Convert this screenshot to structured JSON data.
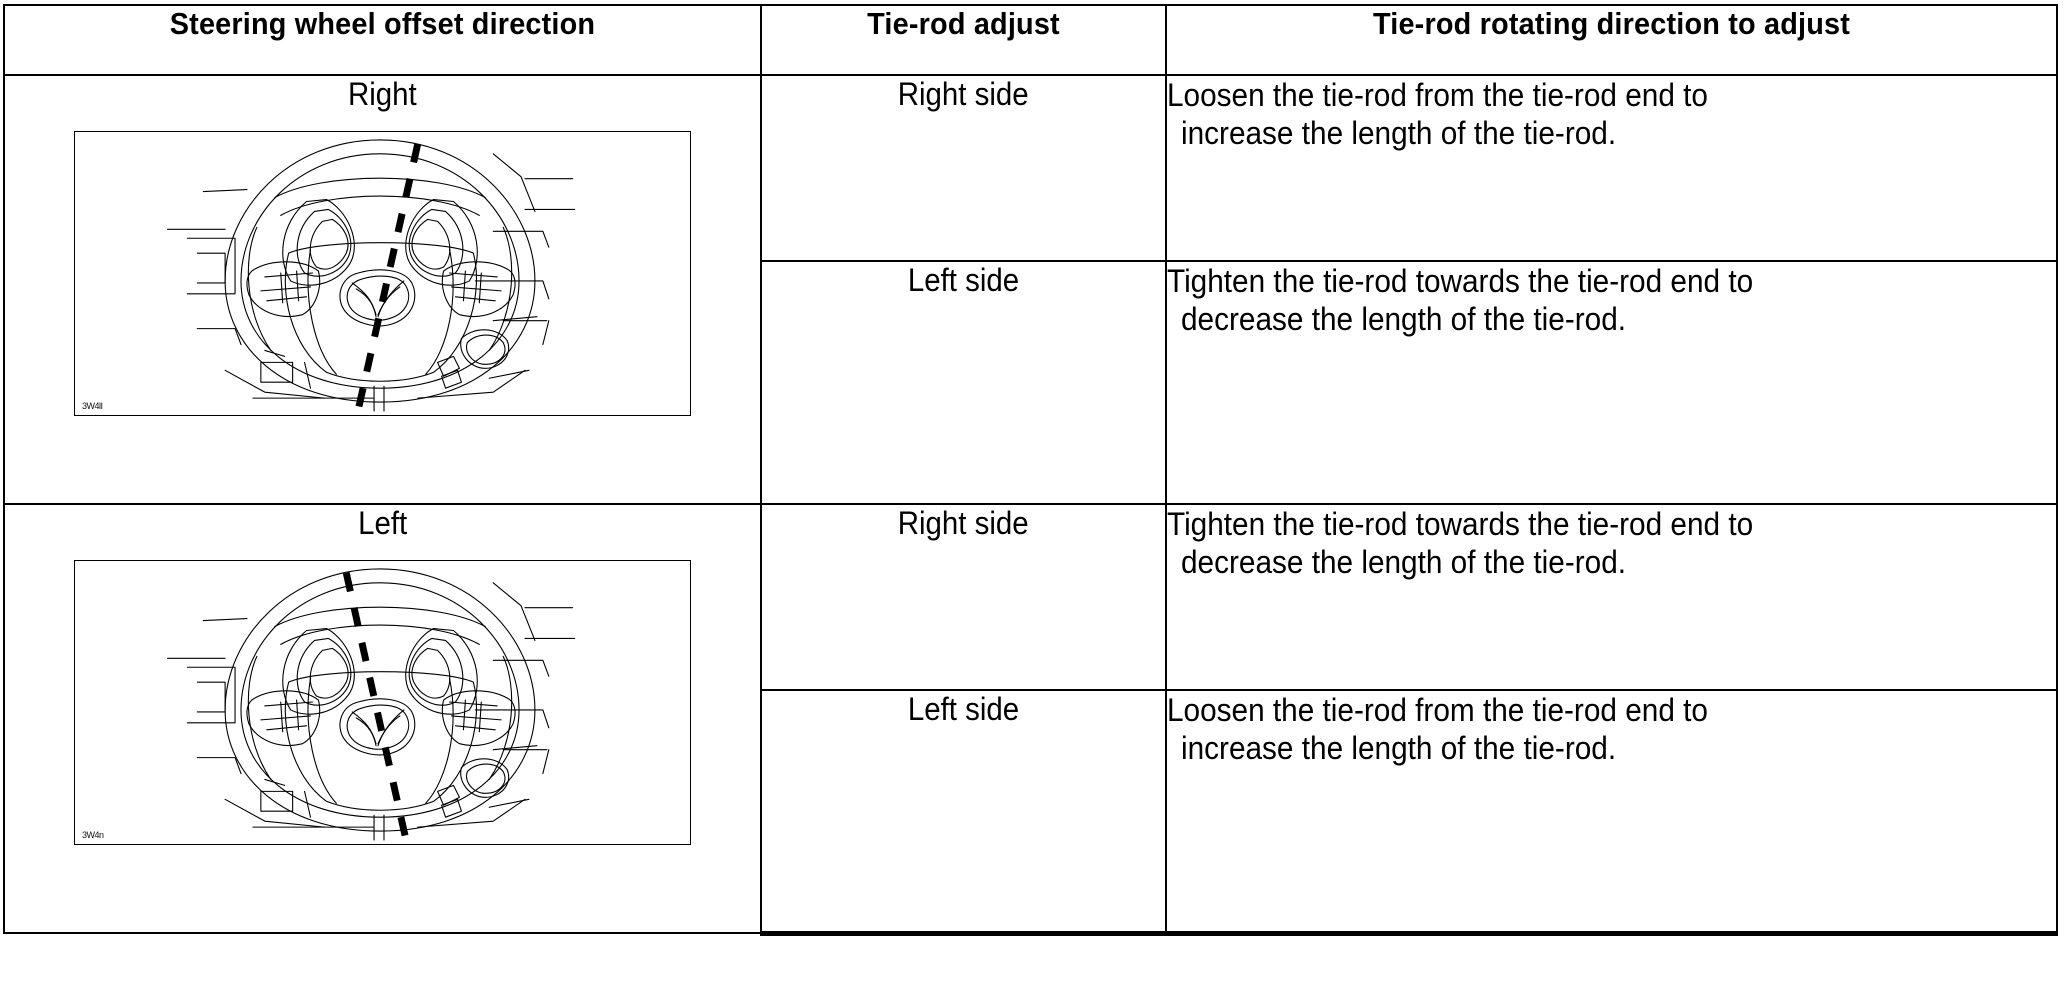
{
  "table": {
    "columns": [
      {
        "id": "offset-direction",
        "header": "Steering wheel offset direction"
      },
      {
        "id": "tie-rod-adjust",
        "header": "Tie-rod adjust"
      },
      {
        "id": "rotating-direction",
        "header": "Tie-rod rotating direction to adjust"
      }
    ],
    "groups": [
      {
        "direction": "Right",
        "figure": {
          "id": "fig-steering-wheel-right",
          "caption_id": "3W4lI",
          "tilt": "right"
        },
        "rows": [
          {
            "side": "Right side",
            "line1": "Loosen the tie-rod from the tie-rod end to",
            "line2": "increase the length of the tie-rod."
          },
          {
            "side": "Left side",
            "line1": "Tighten the tie-rod towards the tie-rod end to",
            "line2": "decrease the length of the tie-rod."
          }
        ]
      },
      {
        "direction": "Left",
        "figure": {
          "id": "fig-steering-wheel-left",
          "caption_id": "3W4n",
          "tilt": "left"
        },
        "rows": [
          {
            "side": "Right side",
            "line1": "Tighten the tie-rod towards the tie-rod end to",
            "line2": "decrease the length of the tie-rod."
          },
          {
            "side": "Left side",
            "line1": "Loosen the tie-rod from the tie-rod end to",
            "line2": "increase the length of the tie-rod."
          }
        ]
      }
    ]
  },
  "colors": {
    "ink": "#000000",
    "paper": "#ffffff"
  }
}
